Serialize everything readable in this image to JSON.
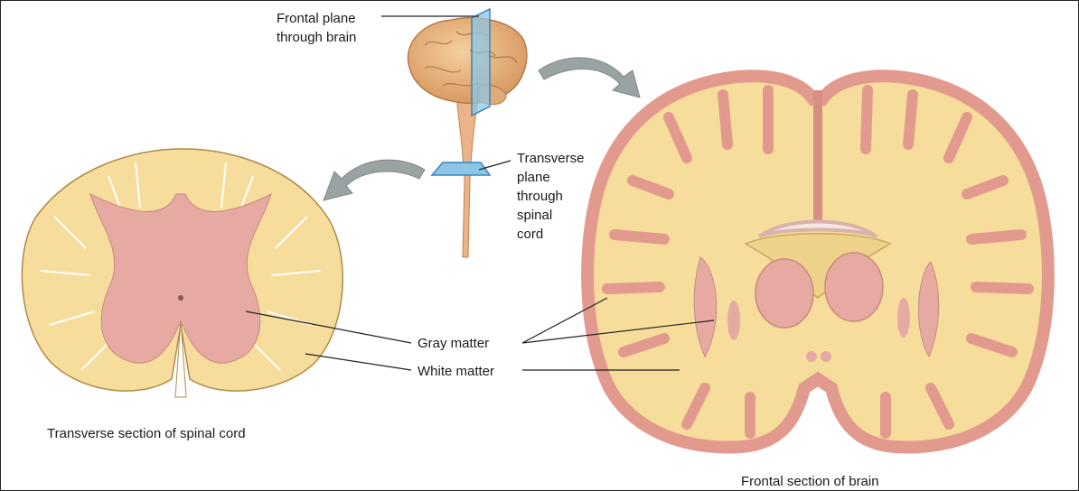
{
  "labels": {
    "frontal_plane": [
      "Frontal plane",
      "through brain"
    ],
    "transverse_plane": [
      "Transverse",
      "plane",
      "through",
      "spinal",
      "cord"
    ],
    "gray_matter": "Gray matter",
    "white_matter": "White matter",
    "spinal_caption": "Transverse section of spinal cord",
    "brain_caption": "Frontal section of brain"
  },
  "colors": {
    "white_matter": "#f7dd9c",
    "gray_matter": "#e6aaa2",
    "cortex_outline": "#e39a8e",
    "plane_blue": "#8cc5e6",
    "arrow_gray": "#9aa3a3",
    "brain_tan": "#e8b884"
  }
}
